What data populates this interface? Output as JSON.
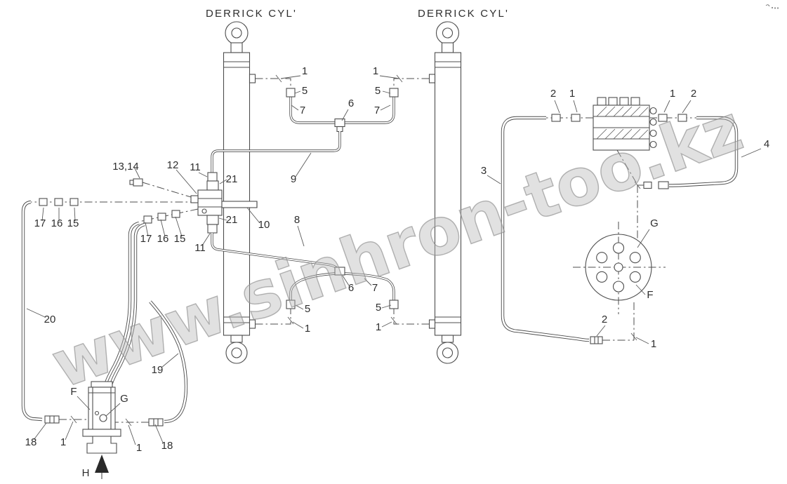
{
  "diagram": {
    "title_left": "DERRICK CYL'",
    "title_right": "DERRICK CYL'",
    "watermark": "www.sinhron-too.kz",
    "line_color": "#4d4d4d",
    "callouts": [
      {
        "t": "1"
      },
      {
        "t": "5"
      },
      {
        "t": "7"
      },
      {
        "t": "6"
      },
      {
        "t": "1"
      },
      {
        "t": "5"
      },
      {
        "t": "7"
      },
      {
        "t": "9"
      },
      {
        "t": "13,14"
      },
      {
        "t": "12"
      },
      {
        "t": "11"
      },
      {
        "t": "21"
      },
      {
        "t": "17"
      },
      {
        "t": "16"
      },
      {
        "t": "15"
      },
      {
        "t": "17"
      },
      {
        "t": "16"
      },
      {
        "t": "15"
      },
      {
        "t": "11"
      },
      {
        "t": "21"
      },
      {
        "t": "10"
      },
      {
        "t": "8"
      },
      {
        "t": "6"
      },
      {
        "t": "7"
      },
      {
        "t": "5"
      },
      {
        "t": "1"
      },
      {
        "t": "5"
      },
      {
        "t": "1"
      },
      {
        "t": "20"
      },
      {
        "t": "19"
      },
      {
        "t": "18"
      },
      {
        "t": "1"
      },
      {
        "t": "1"
      },
      {
        "t": "18"
      },
      {
        "t": "F"
      },
      {
        "t": "G"
      },
      {
        "t": "H"
      },
      {
        "t": "2"
      },
      {
        "t": "1"
      },
      {
        "t": "1"
      },
      {
        "t": "2"
      },
      {
        "t": "4"
      },
      {
        "t": "3"
      },
      {
        "t": "G"
      },
      {
        "t": "F"
      },
      {
        "t": "2"
      },
      {
        "t": "1"
      }
    ]
  }
}
